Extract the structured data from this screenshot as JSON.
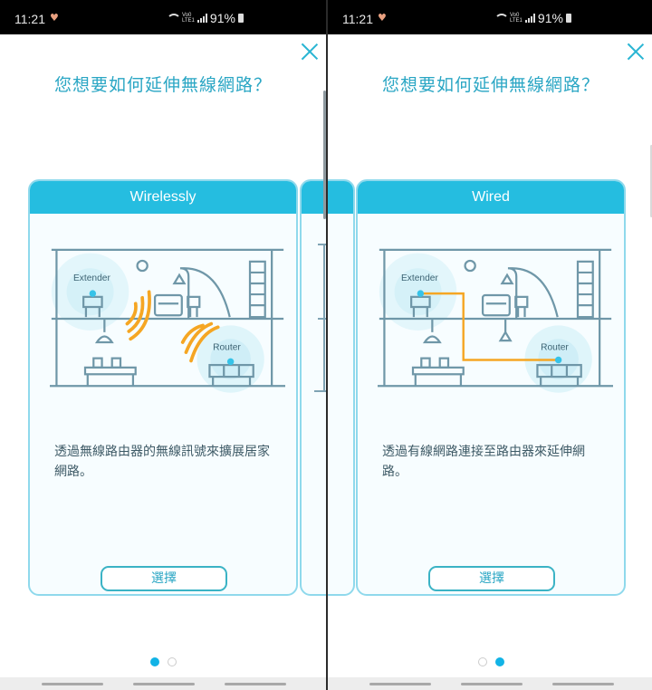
{
  "status_bar": {
    "time": "11:21",
    "network": "VoLTE LTE1",
    "battery_percent": "91%"
  },
  "dialog": {
    "title": "您想要如何延伸無線網路？",
    "close_icon": "close-x-icon"
  },
  "screens": [
    {
      "cards": [
        {
          "header": "Wireless­ly",
          "illustration": {
            "extender_label": "Extender",
            "router_label": "Router",
            "connection": "wireless-signal-waves"
          },
          "description": "透過無線路由器的無線訊號來擴展居家網路。",
          "button_label": "選擇"
        }
      ],
      "page_indicator": {
        "total": 2,
        "active": 1
      }
    },
    {
      "cards": [
        {
          "header": "Wired",
          "illustration": {
            "extender_label": "Extender",
            "router_label": "Router",
            "connection": "ethernet-cable"
          },
          "description": "透過有線網路連接至路由器來延伸網路。",
          "button_label": "選擇"
        }
      ],
      "page_indicator": {
        "total": 2,
        "active": 2
      }
    }
  ],
  "colors": {
    "accent": "#25bde0",
    "title_text": "#2aa6c4",
    "card_border": "#8fd9ec",
    "signal_orange": "#f5a623",
    "dot_active": "#12b3e6"
  }
}
